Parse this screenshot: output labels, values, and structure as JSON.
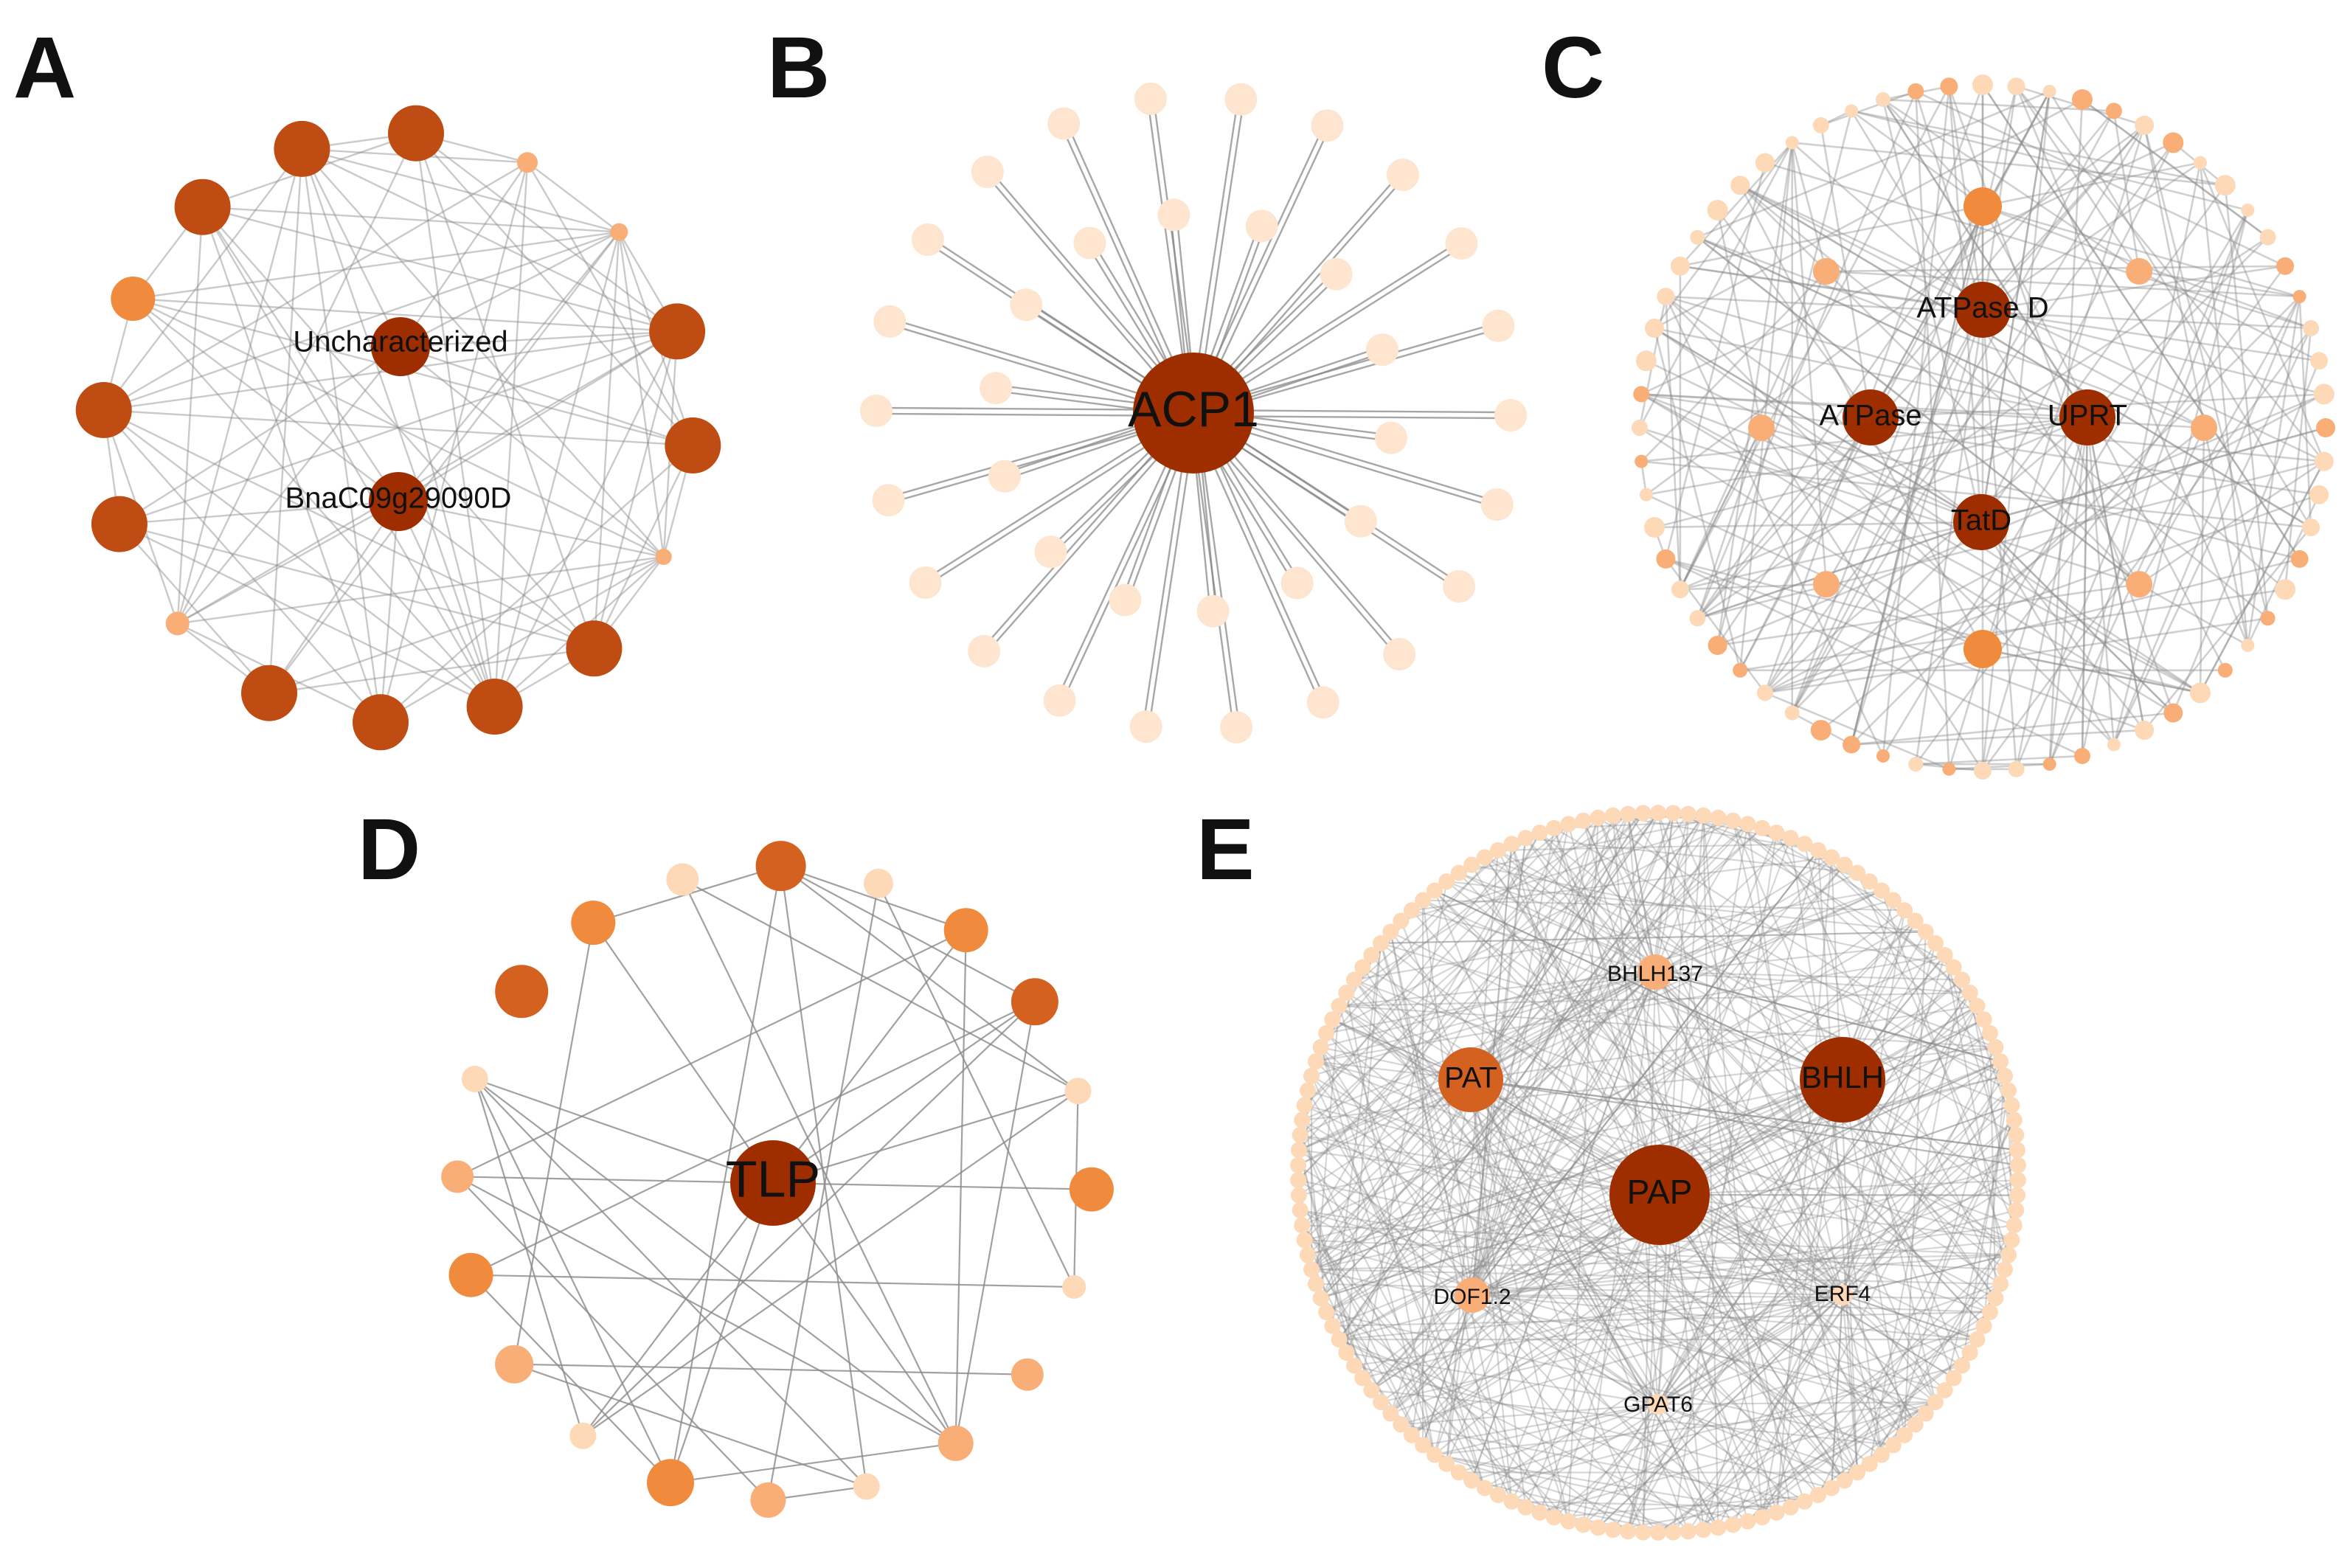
{
  "colors": {
    "edge": "#8a8a8a",
    "level_darkest": "#9e2e00",
    "level_dark": "#bf4c13",
    "level_mid_dark": "#d4611f",
    "level_mid": "#f08a3c",
    "level_light": "#f8ae76",
    "level_pale": "#fdd9b8",
    "level_palest": "#fde5cf"
  },
  "panels": [
    {
      "letter": "A",
      "hub_labels": [
        "Uncharacterized",
        "BnaC09g29090D"
      ]
    },
    {
      "letter": "B",
      "hub_labels": [
        "ACP1"
      ]
    },
    {
      "letter": "C",
      "hub_labels": [
        "ATPase D",
        "ATPase",
        "UPRT",
        "TatD"
      ]
    },
    {
      "letter": "D",
      "hub_labels": [
        "TLP"
      ]
    },
    {
      "letter": "E",
      "hub_labels": [
        "BHLH137",
        "PAT",
        "BHLH",
        "PAP",
        "DOF1.2",
        "ERF4",
        "GPAT6"
      ]
    }
  ]
}
